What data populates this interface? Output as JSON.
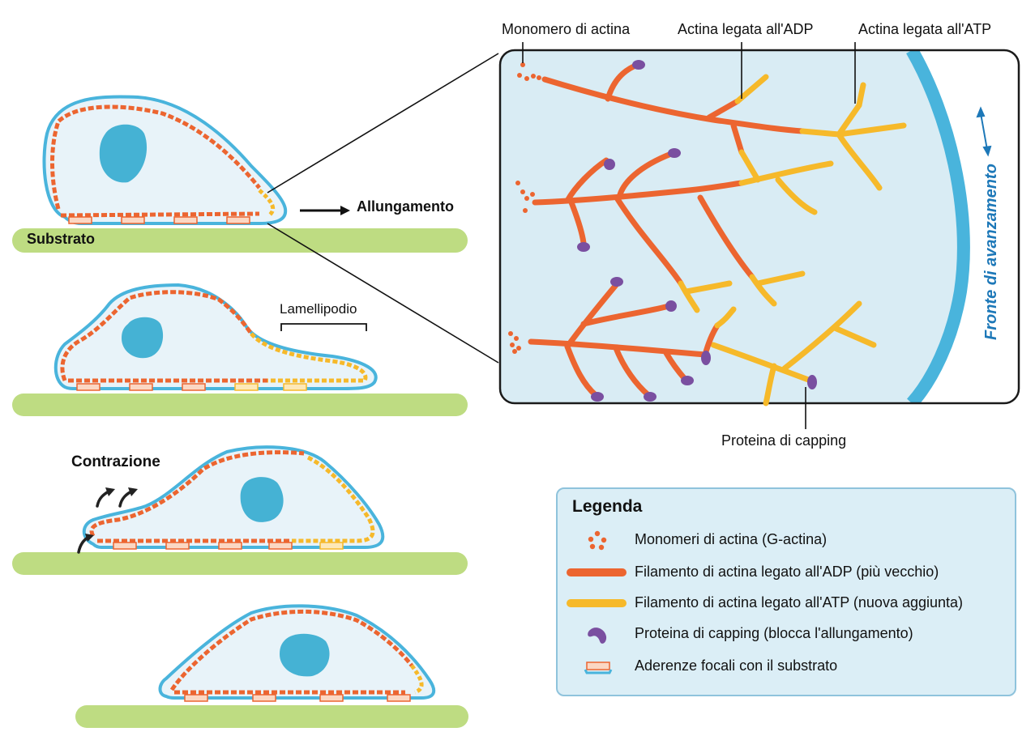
{
  "colors": {
    "adp_actin": "#ec6530",
    "atp_actin": "#f6b92a",
    "capping_protein": "#7a4fa0",
    "membrane": "#49b4dc",
    "cytoplasm": "#e8f3f9",
    "nucleus": "#45b2d4",
    "substrate": "#bedc82",
    "zoom_panel_bg": "#d9ecf4",
    "front_text": "#1d78b8",
    "legend_bg": "#dbeef6",
    "legend_border": "#8fc3dc"
  },
  "left_panel": {
    "stage1": {
      "substrate_label": "Substrato",
      "arrow_label": "Allungamento"
    },
    "stage2": {
      "bracket_label": "Lamellipodio"
    },
    "stage3": {
      "action_label": "Contrazione"
    },
    "stage4": {}
  },
  "zoom_panel": {
    "callouts": {
      "monomer": "Monomero di actina",
      "adp": "Actina legata all'ADP",
      "atp": "Actina legata all'ATP",
      "capping": "Proteina di capping"
    },
    "front_label": "Fronte di avanzamento"
  },
  "legend": {
    "title": "Legenda",
    "items": [
      {
        "icon": "monomer-dots-icon",
        "label": "Monomeri di actina (G-actina)"
      },
      {
        "icon": "adp-filament-icon",
        "label": "Filamento di actina legato all'ADP (più vecchio)"
      },
      {
        "icon": "atp-filament-icon",
        "label": "Filamento di actina legato all'ATP (nuova aggiunta)"
      },
      {
        "icon": "capping-protein-icon",
        "label": "Proteina di capping (blocca l'allungamento)"
      },
      {
        "icon": "focal-adhesion-icon",
        "label": "Aderenze focali con il substrato"
      }
    ]
  }
}
